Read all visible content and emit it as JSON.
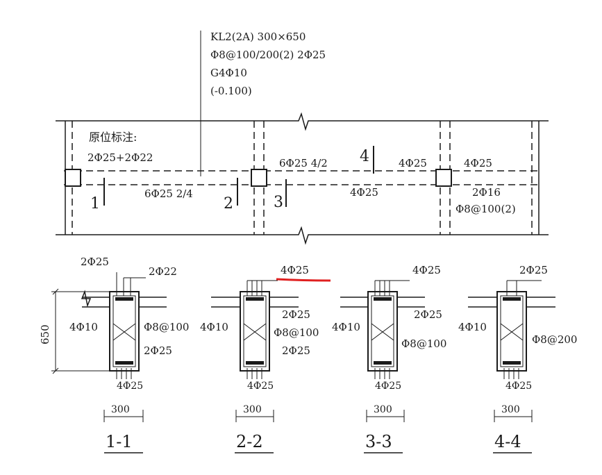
{
  "beam_note": {
    "line1": "KL2(2A) 300×650",
    "line2": "Φ8@100/200(2) 2Φ25",
    "line3": "G4Φ10",
    "line4": "(-0.100)"
  },
  "plan": {
    "original_label": "原位标注:",
    "support_left_top": "2Φ25+2Φ22",
    "bottom_span1": "6Φ25 2/4",
    "top_support_mid": "6Φ25 4/2",
    "top_support_right_left": "4Φ25",
    "top_support_right_right": "4Φ25",
    "bottom_span2": "4Φ25",
    "cant_bottom": "2Φ16",
    "cant_stirrup": "Φ8@100(2)",
    "cut_marks": [
      "1",
      "2",
      "3",
      "4"
    ]
  },
  "sections": [
    {
      "title": "1-1",
      "top_left": "2Φ25",
      "top_right": "2Φ22",
      "left": "4Φ10",
      "right": "Φ8@100",
      "right_lower": "2Φ25",
      "bottom": "4Φ25",
      "width": "300",
      "height": "650"
    },
    {
      "title": "2-2",
      "top": "4Φ25",
      "right_upper": "2Φ25",
      "left": "4Φ10",
      "right": "Φ8@100",
      "right_lower": "2Φ25",
      "bottom": "4Φ25",
      "width": "300"
    },
    {
      "title": "3-3",
      "top": "4Φ25",
      "right_upper": "2Φ25",
      "left": "4Φ10",
      "right": "Φ8@100",
      "bottom": "4Φ25",
      "width": "300"
    },
    {
      "title": "4-4",
      "top": "2Φ25",
      "left": "4Φ10",
      "right": "Φ8@200",
      "bottom": "4Φ25",
      "width": "300"
    }
  ],
  "colors": {
    "ink": "#1a1a1a",
    "markup": "#e02020"
  }
}
